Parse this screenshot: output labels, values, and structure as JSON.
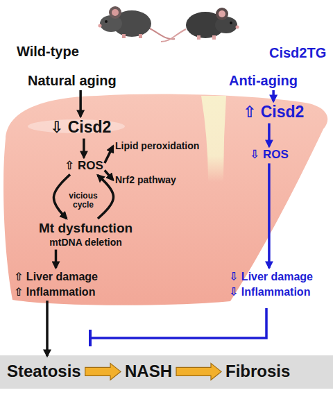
{
  "diagram": {
    "nodes": [
      {
        "text": [
          "Natural aging"
        ]
      },
      {
        "text": [
          "Anti-aging"
        ]
      },
      {
        "text": [
          "⇩ Cisd2"
        ]
      },
      {
        "text": [
          "⇧ Cisd2"
        ]
      },
      {
        "text": [
          "⇧ ROS"
        ]
      },
      {
        "text": [
          "Lipid peroxidation"
        ]
      },
      {
        "text": [
          "⇩ ROS"
        ]
      },
      {
        "text": [
          "Nrf2 pathway"
        ]
      },
      {
        "text": [
          "Mt dysfunction",
          "mtDNA deletion"
        ]
      },
      {
        "text": [
          "⇧ Liver damage",
          "⇧ Inflammation"
        ]
      },
      {
        "text": [
          "⇩ Liver damage",
          "⇩ Inflammation"
        ]
      },
      {
        "text": [
          "Steatosis"
        ]
      },
      {
        "text": [
          "NASH"
        ]
      },
      {
        "text": [
          "Fibrosis"
        ]
      }
    ],
    "edges": [
      {
        "from": 0,
        "to": 2,
        "arrow": "to"
      },
      {
        "from": 1,
        "to": 3,
        "arrow": "to"
      },
      {
        "from": 2,
        "to": 4,
        "arrow": "to"
      },
      {
        "from": 4,
        "to": 5,
        "arrow": "to"
      },
      {
        "from": 4,
        "to": 7,
        "arrow": "to"
      },
      {
        "from": 4,
        "to": 8,
        "arrow": "to"
      },
      {
        "from": 8,
        "to": 4,
        "arrow": "to"
      },
      {
        "from": 3,
        "to": 6,
        "arrow": "to"
      },
      {
        "from": 8,
        "to": 9,
        "arrow": "to"
      },
      {
        "from": 6,
        "to": 10,
        "arrow": "to"
      },
      {
        "from": 9,
        "to": 11,
        "arrow": "to"
      },
      {
        "from": 11,
        "to": 12,
        "arrow": "to"
      },
      {
        "from": 12,
        "to": 13,
        "arrow": "to"
      }
    ],
    "labels": [
      "Wild-type",
      "Cisd2TG",
      "vicious cycle"
    ]
  }
}
